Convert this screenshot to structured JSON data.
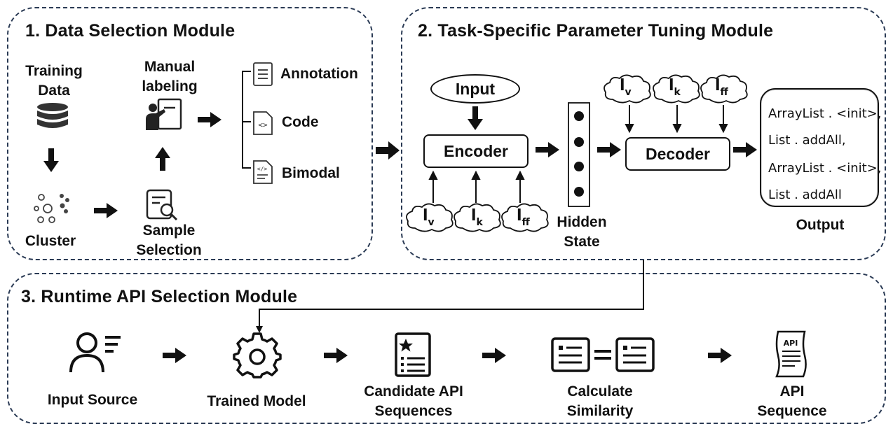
{
  "module1": {
    "title": "1. Data Selection Module",
    "training_data": [
      "Training",
      "Data"
    ],
    "manual_labeling": [
      "Manual",
      "labeling"
    ],
    "cluster": "Cluster",
    "sample_selection": [
      "Sample",
      "Selection"
    ],
    "data_types": [
      "Annotation",
      "Code",
      "Bimodal"
    ]
  },
  "module2": {
    "title": "2. Task-Specific Parameter Tuning Module",
    "input": "Input",
    "encoder": "Encoder",
    "decoder": "Decoder",
    "hidden_state": [
      "Hidden",
      "State"
    ],
    "output_label": "Output",
    "output_lines": [
      "ArrayList . <init>,",
      "List . addAll,",
      "ArrayList . <init>,",
      "List . addAll"
    ],
    "params": {
      "v": {
        "base": "l",
        "sub": "v"
      },
      "k": {
        "base": "l",
        "sub": "k"
      },
      "ff": {
        "base": "l",
        "sub": "ff"
      }
    }
  },
  "module3": {
    "title": "3. Runtime API Selection Module",
    "steps": [
      {
        "label": [
          "Input Source"
        ]
      },
      {
        "label": [
          "Trained Model"
        ]
      },
      {
        "label": [
          "Candidate API",
          "Sequences"
        ]
      },
      {
        "label": [
          "Calculate",
          "Similarity"
        ]
      },
      {
        "label": [
          "API",
          "Sequence"
        ]
      }
    ],
    "api_doc_text": "API"
  }
}
